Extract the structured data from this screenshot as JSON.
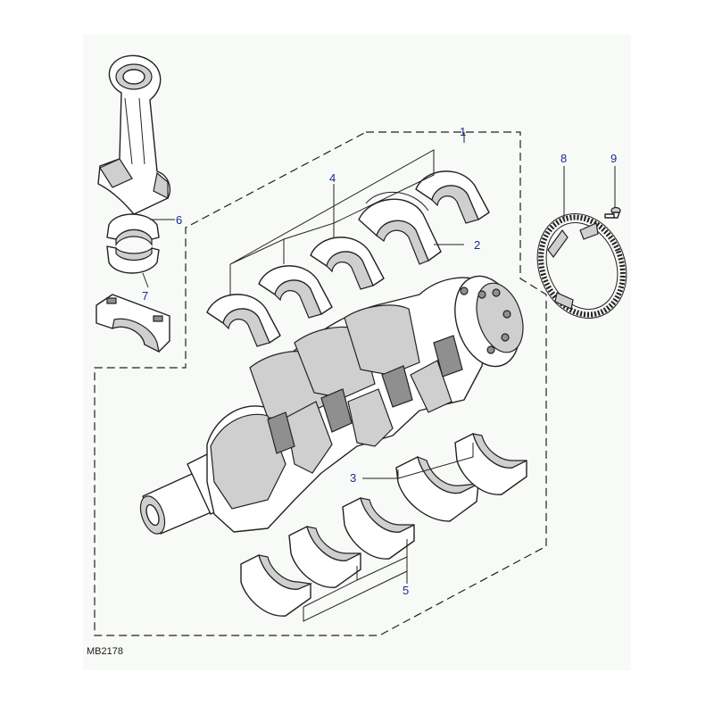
{
  "diagram": {
    "reference": "MB2178",
    "callouts": {
      "c1": "1",
      "c2": "2",
      "c3": "3",
      "c4": "4",
      "c5": "5",
      "c6": "6",
      "c7": "7",
      "c8": "8",
      "c9": "9"
    }
  },
  "colors": {
    "callout_text": "#1b2a8f",
    "line": "#222222",
    "sheet": "#f8faf7"
  }
}
